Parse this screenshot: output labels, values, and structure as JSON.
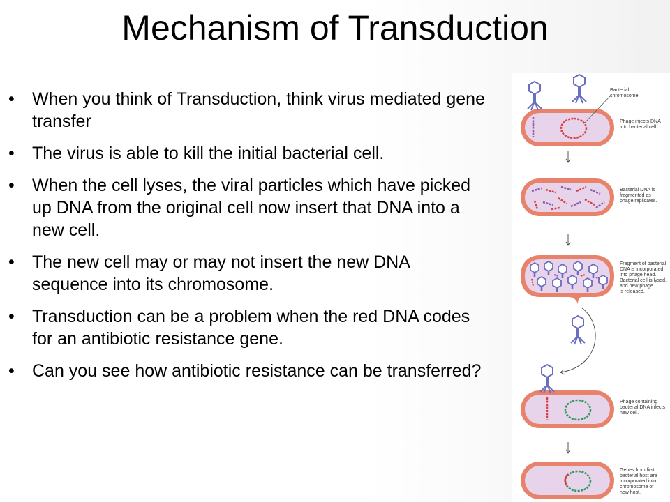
{
  "slide": {
    "title": "Mechanism of Transduction",
    "bullets": [
      "When you think of Transduction, think virus mediated gene transfer",
      "The virus is able to kill the initial bacterial cell.",
      "When the cell lyses, the viral particles which have picked up DNA from the original cell now insert that DNA into a new cell.",
      "The new cell may or may not insert the new DNA sequence into its chromosome.",
      "Transduction can be a problem when the red DNA codes for an antibiotic resistance gene.",
      "Can you see how antibiotic resistance can be transferred?"
    ],
    "bullet_glyph": "•"
  },
  "diagram": {
    "labels": {
      "bacterial_chromosome": [
        "Bacterial",
        "chromosome"
      ],
      "step1": [
        "Phage injects DNA",
        "into bacterial cell."
      ],
      "step2": [
        "Bacterial DNA is",
        "fragmented as",
        "phage replicates."
      ],
      "step3": [
        "Fragment of bacterial",
        "DNA is incorporated",
        "into phage head.",
        "Bacterial cell is lysed,",
        "and new phage",
        "is released."
      ],
      "step4": [
        "Phage containing",
        "bacterial DNA infects",
        "new cell."
      ],
      "step5": [
        "Genes from first",
        "bacterial host are",
        "incorporated into",
        "chromosome of",
        "new host."
      ]
    },
    "colors": {
      "cell_wall": "#e8826a",
      "cytoplasm": "#e7d3ea",
      "chromosome": "#d8404a",
      "new_chromosome": "#2e9a5a",
      "fragment_purple": "#8a5aa8",
      "phage": "#6a6ec0"
    }
  }
}
